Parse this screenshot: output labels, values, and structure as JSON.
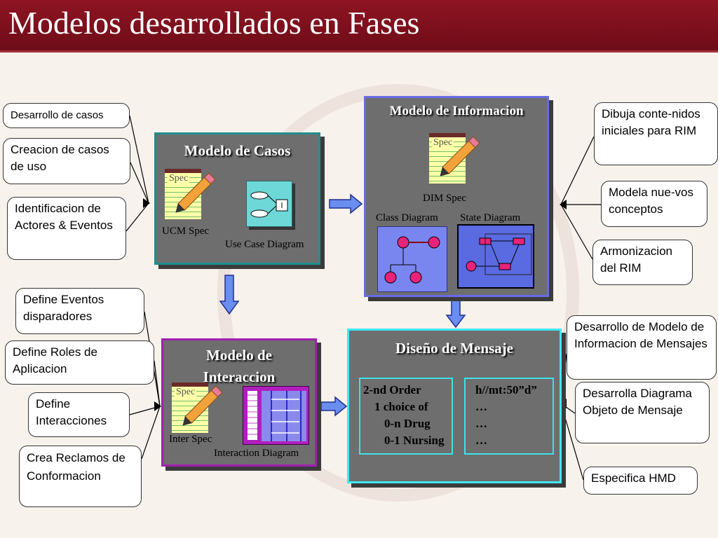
{
  "header": {
    "title": "Modelos desarrollados en Fases"
  },
  "left_notes": [
    "Desarrollo de casos",
    "Creacion de casos de uso",
    "Identificacion de Actores & Eventos",
    "Define Eventos disparadores",
    "Define Roles de Aplicacion",
    "Define Interacciones",
    "Crea Reclamos de Conformacion"
  ],
  "right_notes": [
    "Dibuja conte-nidos iniciales para RIM",
    "Modela nue-vos conceptos",
    "Armonizacion del RIM",
    "Desarrollo de Modelo de Informacion de Mensajes",
    "Desarrolla Diagrama Objeto de Mensaje",
    "Especifica HMD"
  ],
  "panels": {
    "casos": {
      "title": "Modelo de Casos",
      "spec_tag": "Spec",
      "spec_label": "UCM Spec",
      "diagram_label": "Use Case Diagram"
    },
    "informacion": {
      "title": "Modelo de Informacion",
      "spec_tag": "Spec",
      "spec_label": "DIM Spec",
      "class_label": "Class Diagram",
      "state_label": "State Diagram"
    },
    "interaccion": {
      "title_line1": "Modelo de",
      "title_line2": "Interaccion",
      "spec_tag": "Spec",
      "spec_label": "Inter Spec",
      "diagram_label": "Interaction Diagram"
    },
    "mensaje": {
      "title": "Diseño de Mensaje",
      "left_lines": [
        "2-nd Order",
        "1 choice of",
        "0-n Drug",
        "0-1 Nursing"
      ],
      "right_lines": [
        "h//mt:50”d”",
        "…",
        "…",
        "…"
      ]
    }
  },
  "colors": {
    "header": "#7d1020",
    "panel_gray": "#6e6e6e",
    "casos_border": "#1f8e8e",
    "informacion_border": "#6a6ae8",
    "interaccion_border": "#a020b0",
    "mensaje_border": "#40e8f0",
    "arrow_fill": "#6a8df0"
  }
}
